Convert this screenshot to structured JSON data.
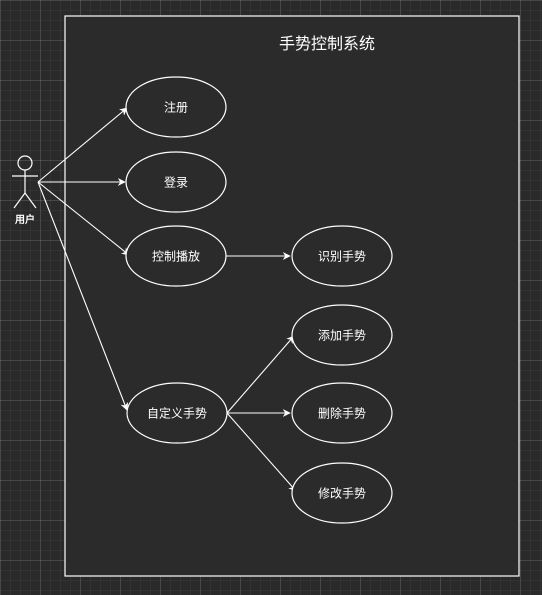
{
  "system": {
    "title": "手势控制系统"
  },
  "actor": {
    "label": "用户"
  },
  "use_cases": {
    "register": "注册",
    "login": "登录",
    "control_playback": "控制播放",
    "recognize_gesture": "识别手势",
    "add_gesture": "添加手势",
    "custom_gesture": "自定义手势",
    "delete_gesture": "删除手势",
    "modify_gesture": "修改手势"
  },
  "colors": {
    "background": "#2a2a2a",
    "box_fill": "#2b2b2b",
    "stroke": "#ffffff"
  }
}
